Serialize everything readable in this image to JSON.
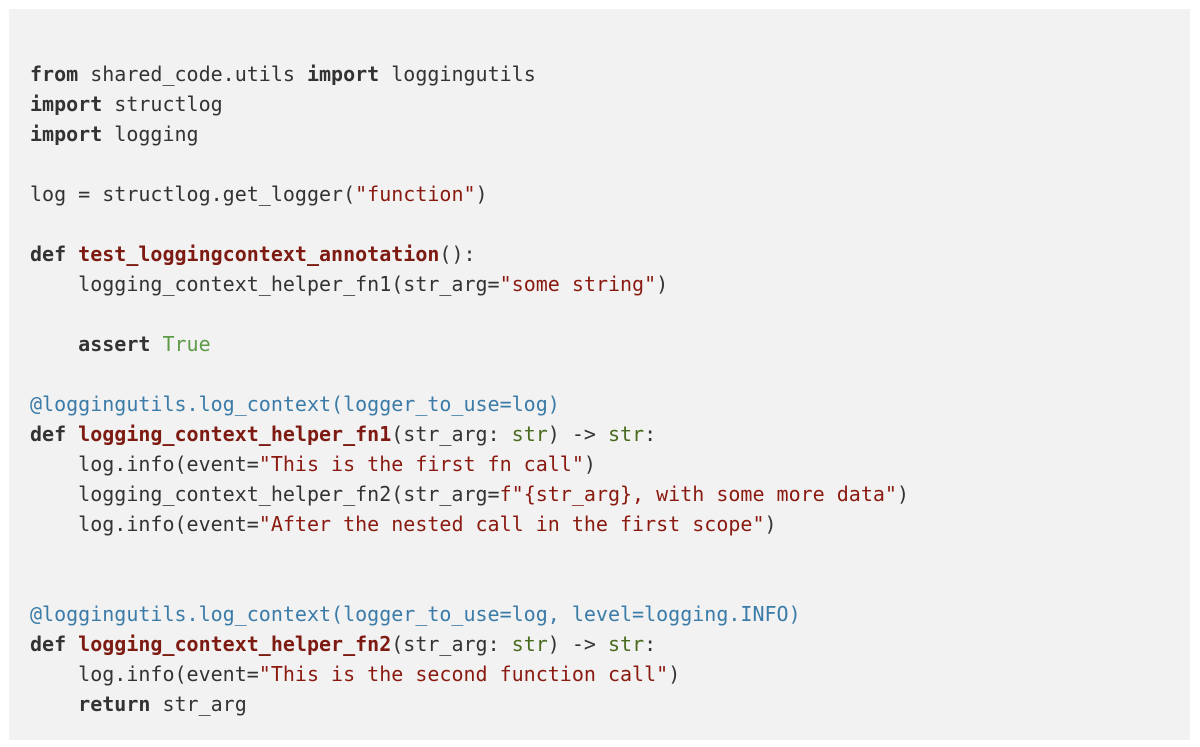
{
  "code_lines": [
    [
      [
        "from",
        "kw"
      ],
      [
        " shared_code.utils ",
        "plain"
      ],
      [
        "import",
        "kw"
      ],
      [
        " loggingutils",
        "plain"
      ]
    ],
    [
      [
        "import",
        "kw"
      ],
      [
        " structlog",
        "plain"
      ]
    ],
    [
      [
        "import",
        "kw"
      ],
      [
        " logging",
        "plain"
      ]
    ],
    [],
    [
      [
        "log = structlog.get_logger(",
        "plain"
      ],
      [
        "\"function\"",
        "str"
      ],
      [
        ")",
        "plain"
      ]
    ],
    [],
    [
      [
        "def",
        "kw"
      ],
      [
        " ",
        "plain"
      ],
      [
        "test_loggingcontext_annotation",
        "fn"
      ],
      [
        "():",
        "plain"
      ]
    ],
    [
      [
        "    logging_context_helper_fn1(str_arg=",
        "plain"
      ],
      [
        "\"some string\"",
        "str"
      ],
      [
        ")",
        "plain"
      ]
    ],
    [],
    [
      [
        "    ",
        "plain"
      ],
      [
        "assert",
        "kw"
      ],
      [
        " ",
        "plain"
      ],
      [
        "True",
        "const"
      ]
    ],
    [],
    [
      [
        "@loggingutils.log_context(logger_to_use=log)",
        "dec"
      ]
    ],
    [
      [
        "def",
        "kw"
      ],
      [
        " ",
        "plain"
      ],
      [
        "logging_context_helper_fn1",
        "fn"
      ],
      [
        "(str_arg: ",
        "plain"
      ],
      [
        "str",
        "typ"
      ],
      [
        ") -> ",
        "plain"
      ],
      [
        "str",
        "typ"
      ],
      [
        ":",
        "plain"
      ]
    ],
    [
      [
        "    log.info(event=",
        "plain"
      ],
      [
        "\"This is the first fn call\"",
        "str"
      ],
      [
        ")",
        "plain"
      ]
    ],
    [
      [
        "    logging_context_helper_fn2(str_arg=",
        "plain"
      ],
      [
        "f\"{str_arg}, with some more data\"",
        "str"
      ],
      [
        ")",
        "plain"
      ]
    ],
    [
      [
        "    log.info(event=",
        "plain"
      ],
      [
        "\"After the nested call in the first scope\"",
        "str"
      ],
      [
        ")",
        "plain"
      ]
    ],
    [],
    [],
    [
      [
        "@loggingutils.log_context(logger_to_use=log, level=logging.INFO)",
        "dec"
      ]
    ],
    [
      [
        "def",
        "kw"
      ],
      [
        " ",
        "plain"
      ],
      [
        "logging_context_helper_fn2",
        "fn"
      ],
      [
        "(str_arg: ",
        "plain"
      ],
      [
        "str",
        "typ"
      ],
      [
        ") -> ",
        "plain"
      ],
      [
        "str",
        "typ"
      ],
      [
        ":",
        "plain"
      ]
    ],
    [
      [
        "    log.info(event=",
        "plain"
      ],
      [
        "\"This is the second function call\"",
        "str"
      ],
      [
        ")",
        "plain"
      ]
    ],
    [
      [
        "    ",
        "plain"
      ],
      [
        "return",
        "kw"
      ],
      [
        " str_arg",
        "plain"
      ]
    ]
  ]
}
